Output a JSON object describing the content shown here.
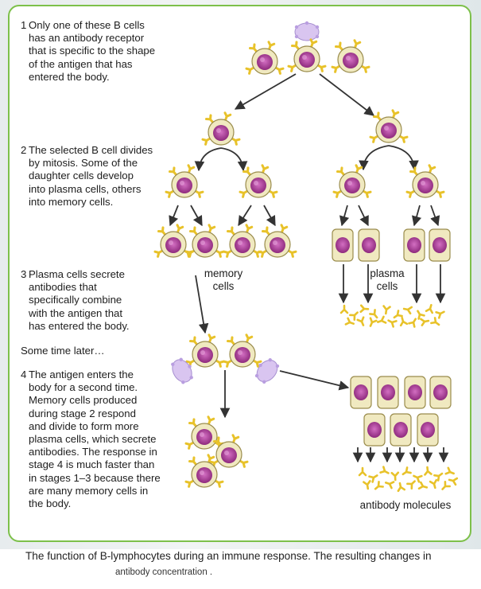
{
  "steps": [
    {
      "num": "1",
      "text": "Only one of these B cells\nhas an antibody receptor\nthat is specific to the shape\nof the antigen that has\nentered the body."
    },
    {
      "num": "2",
      "text": "The selected B cell divides\nby mitosis. Some of the\ndaughter cells develop\ninto plasma cells, others\ninto memory cells."
    },
    {
      "num": "3",
      "text": "Plasma cells secrete\nantibodies that\nspecifically combine\nwith the antigen that\nhas entered the body."
    },
    {
      "num": "4",
      "text": "The antigen enters the\nbody for a second time.\nMemory cells produced\nduring stage 2 respond\nand divide to form more\nplasma cells, which secrete\nantibodies. The response in\nstage 4 is much faster than\nin stages 1–3 because there\nare many memory cells in\nthe body."
    }
  ],
  "some_time_later": "Some time later…",
  "labels": {
    "memory_cells": "memory\ncells",
    "plasma_cells": "plasma\ncells",
    "antibody_molecules": "antibody molecules"
  },
  "caption": {
    "line1": "The function of B-lymphocytes during an immune response. The resulting changes in",
    "line2": "antibody concentration ."
  },
  "colors": {
    "panel_border": "#7dc04a",
    "cell_fill": "#f0e9c0",
    "cell_stroke": "#9a8c4c",
    "nucleus": "#b0399a",
    "receptor": "#e8c22a",
    "antigen": "#d9c5f0",
    "arrow": "#333333"
  }
}
